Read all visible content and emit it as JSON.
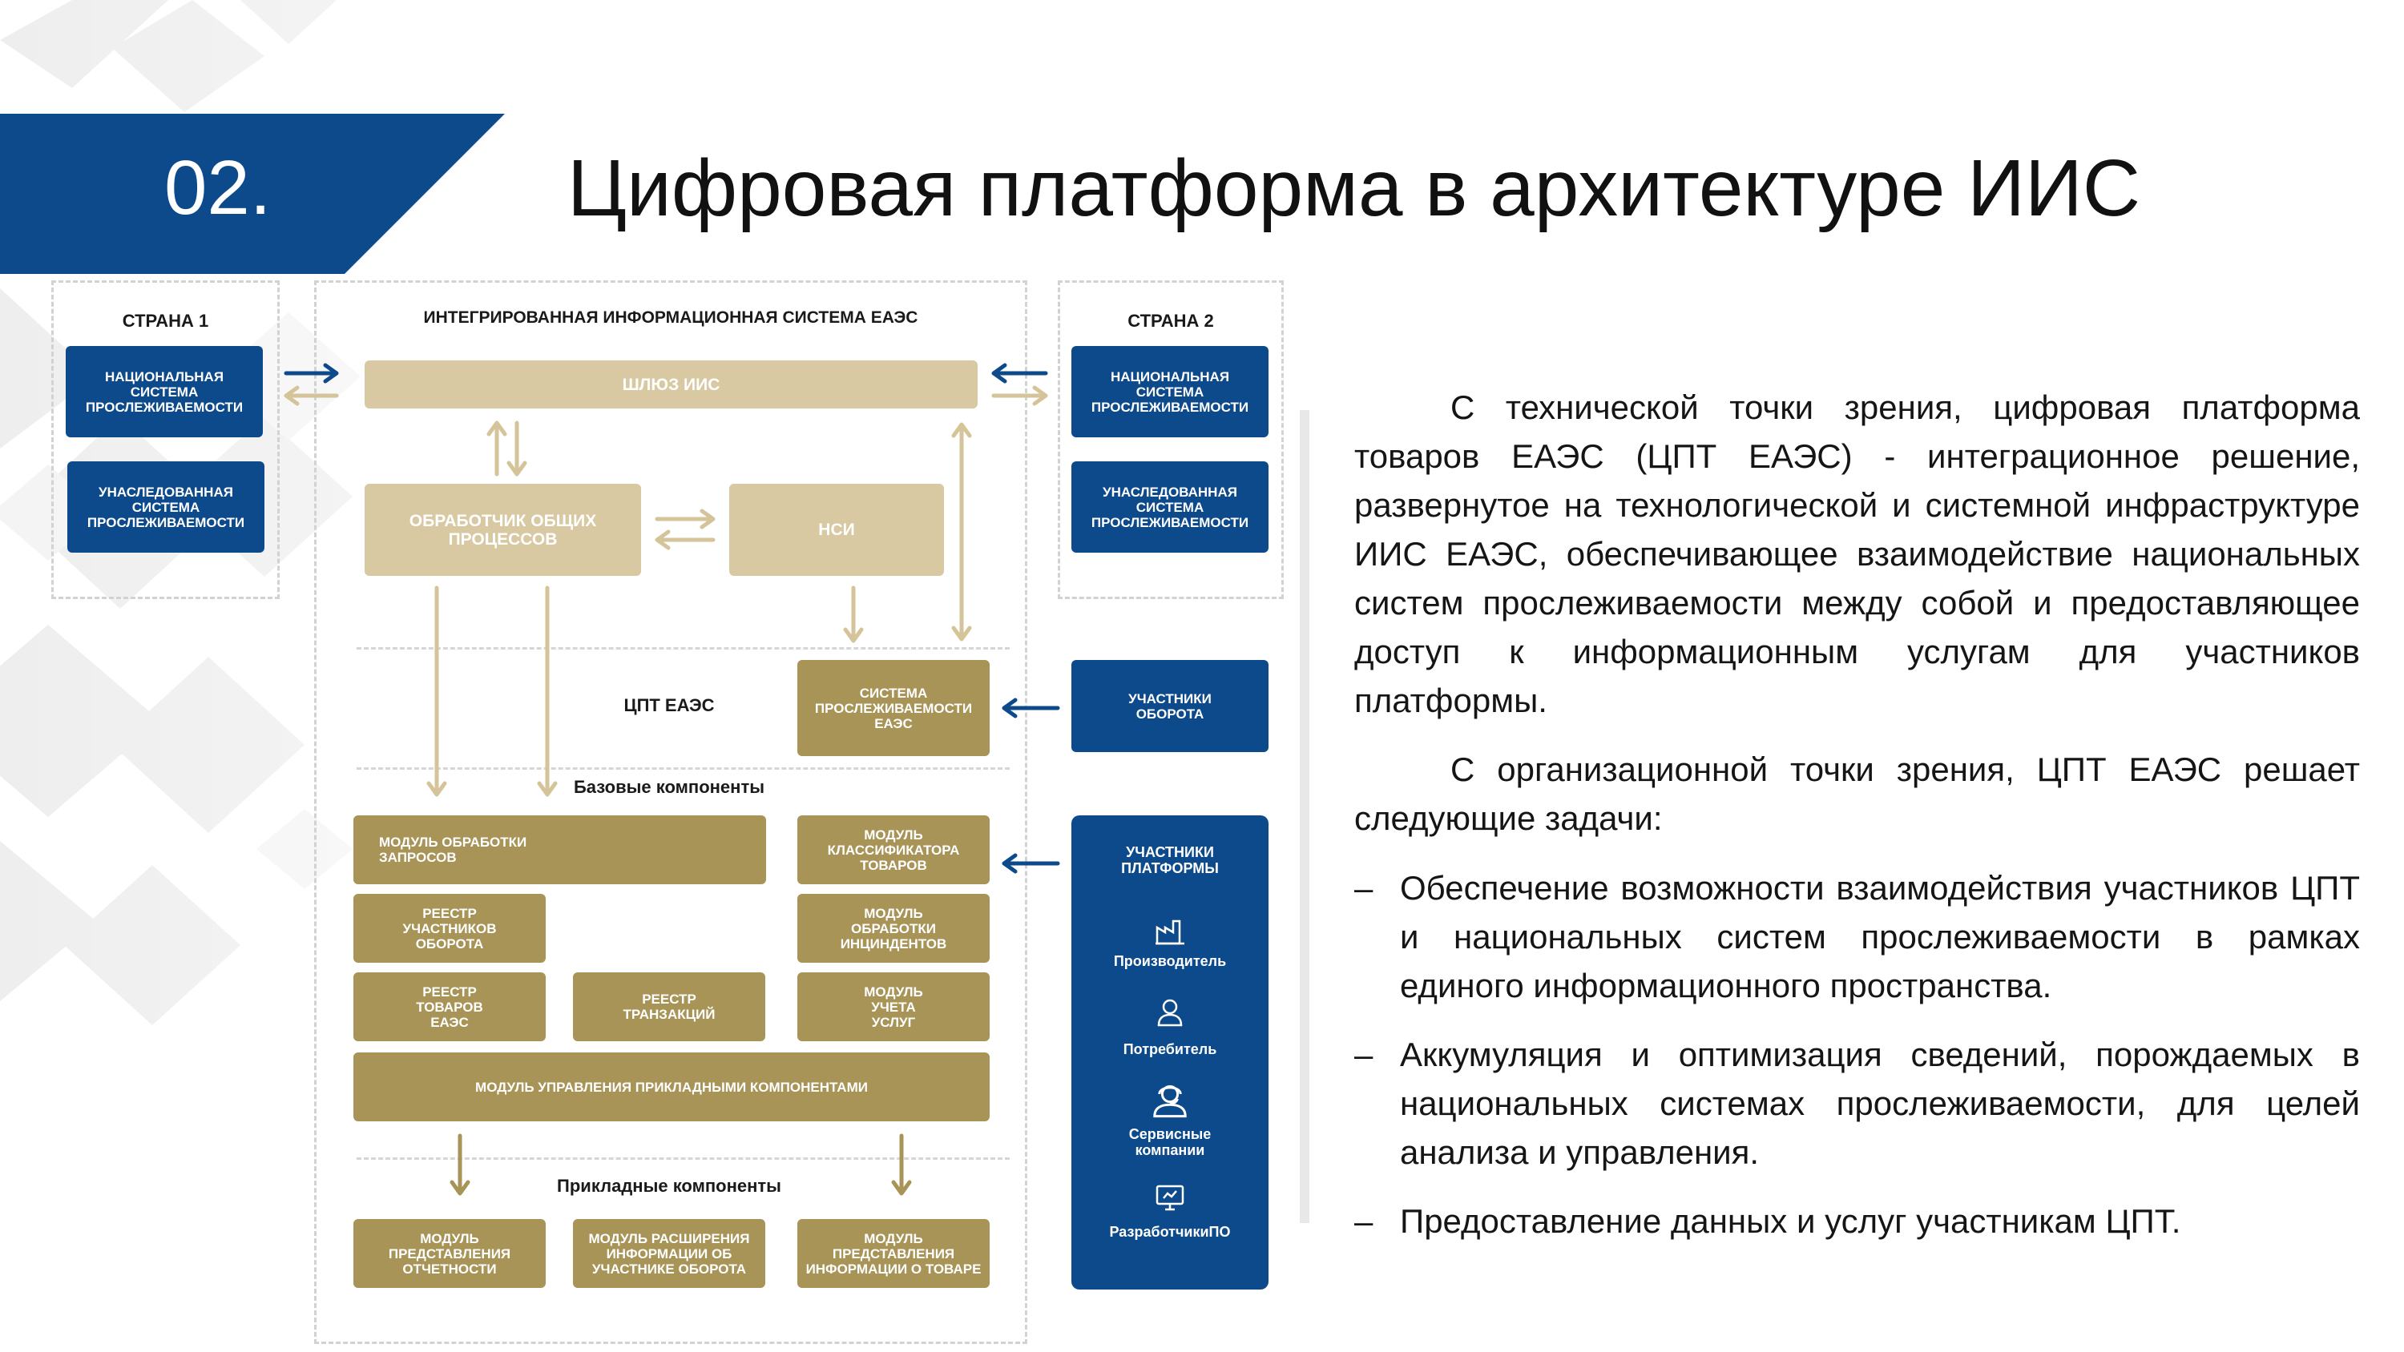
{
  "header": {
    "slide_number": "02.",
    "title": "Цифровая платформа в архитектуре ИИС",
    "accent_color": "#0d4a8c"
  },
  "diagram": {
    "country1": {
      "label": "СТРАНА 1",
      "national_system": "НАЦИОНАЛЬНАЯ\nСИСТЕМА\nПРОСЛЕЖИВАЕМОСТИ",
      "legacy_system": "УНАСЛЕДОВАННАЯ\nСИСТЕМА\nПРОСЛЕЖИВАЕМОСТИ"
    },
    "country2": {
      "label": "СТРАНА 2",
      "national_system": "НАЦИОНАЛЬНАЯ\nСИСТЕМА\nПРОСЛЕЖИВАЕМОСТИ",
      "legacy_system": "УНАСЛЕДОВАННАЯ\nСИСТЕМА\nПРОСЛЕЖИВАЕМОСТИ"
    },
    "iis": {
      "label": "ИНТЕГРИРОВАННАЯ ИНФОРМАЦИОННАЯ СИСТЕМА ЕАЭС",
      "gateway": "ШЛЮЗ ИИС",
      "common_processor": "ОБРАБОТЧИК ОБЩИХ\nПРОЦЕССОВ",
      "nsi": "НСИ"
    },
    "cpt": {
      "label": "ЦПТ ЕАЭС",
      "traceability_system": "СИСТЕМА\nПРОСЛЕЖИВАЕМОСТИ\nЕАЭС"
    },
    "base_components": {
      "label": "Базовые компоненты",
      "request_module": "МОДУЛЬ ОБРАБОТКИ\nЗАПРОСОВ",
      "classifier_module": "МОДУЛЬ\nКЛАССИФИКАТОРА\nТОВАРОВ",
      "participants_registry": "РЕЕСТР\nУЧАСТНИКОВ\nОБОРОТА",
      "incident_module": "МОДУЛЬ\nОБРАБОТКИ\nИНЦИНДЕНТОВ",
      "goods_registry": "РЕЕСТР\nТОВАРОВ\nЕАЭС",
      "transactions_registry": "РЕЕСТР\nТРАНЗАКЦИЙ",
      "services_module": "МОДУЛЬ\nУЧЕТА\nУСЛУГ",
      "management_module": "МОДУЛЬ УПРАВЛЕНИЯ ПРИКЛАДНЫМИ КОМПОНЕНТАМИ"
    },
    "applied_components": {
      "label": "Прикладные компоненты",
      "reporting_module": "МОДУЛЬ\nПРЕДСТАВЛЕНИЯ\nОТЧЕТНОСТИ",
      "extension_module": "МОДУЛЬ РАСШИРЕНИЯ\nИНФОРМАЦИИ ОБ\nУЧАСТНИКЕ ОБОРОТА",
      "product_info_module": "МОДУЛЬ\nПРЕДСТАВЛЕНИЯ\nИНФОРМАЦИИ О ТОВАРЕ"
    },
    "turnover_participants": "УЧАСТНИКИ\nОБОРОТА",
    "platform_participants": {
      "title": "УЧАСТНИКИ\nПЛАТФОРМЫ",
      "items": [
        {
          "label": "Производитель",
          "icon": "factory-icon"
        },
        {
          "label": "Потребитель",
          "icon": "user-icon"
        },
        {
          "label": "Сервисные\nкомпании",
          "icon": "support-agent-icon"
        },
        {
          "label": "РазработчикиПО",
          "icon": "monitor-icon"
        }
      ]
    }
  },
  "text": {
    "para1": "С технической точки зрения, цифровая платформа товаров ЕАЭС (ЦПТ ЕАЭС) - интеграционное решение, развернутое на технологической и системной инфраструктуре ИИС ЕАЭС, обеспечивающее взаимодействие национальных систем прослеживаемости между собой и предоставляющее доступ к информационным услугам для участников платформы.",
    "para2": "С организационной точки зрения, ЦПТ ЕАЭС решает следующие задачи:",
    "bullet_marker": "–",
    "bullets": [
      "Обеспечение возможности взаимодействия участников ЦПТ и национальных систем прослеживаемости в рамках единого информационного пространства.",
      "Аккумуляция и оптимизация сведений, порождаемых в национальных системах прослеживаемости, для целей анализа и управления.",
      "Предоставление данных и услуг участникам ЦПТ."
    ]
  },
  "colors": {
    "blue": "#0d4a8c",
    "gold": "#a89457",
    "light_gold": "#d8c9a2",
    "arrow_gold": "#d5c39a"
  }
}
